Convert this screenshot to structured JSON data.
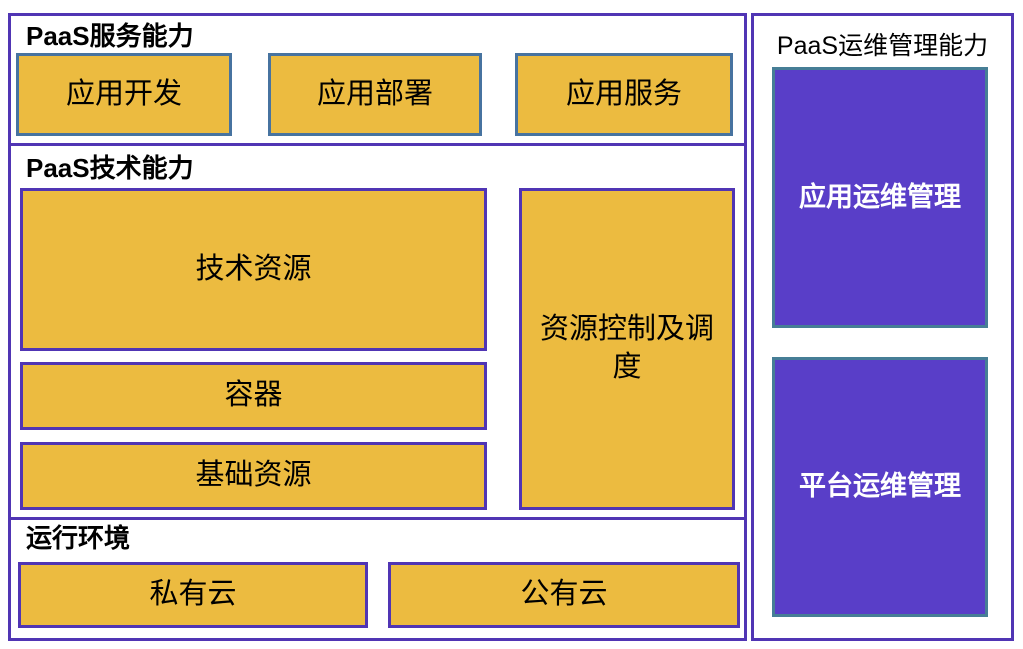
{
  "colors": {
    "gold_fill": "#ECBB40",
    "steel_border": "#4773A0",
    "purple_border": "#5035B4",
    "purple_fill": "#593EC8",
    "teal_border": "#467E96",
    "text_black": "#000000",
    "text_white": "#FFFFFF",
    "background": "#FFFFFF"
  },
  "left_panel": {
    "sections": [
      {
        "title": "PaaS服务能力",
        "items": [
          {
            "label": "应用开发"
          },
          {
            "label": "应用部署"
          },
          {
            "label": "应用服务"
          }
        ]
      },
      {
        "title": "PaaS技术能力",
        "items": [
          {
            "label": "技术资源"
          },
          {
            "label": "容器"
          },
          {
            "label": "基础资源"
          },
          {
            "label": "资源控制及调度"
          }
        ]
      },
      {
        "title": "运行环境",
        "items": [
          {
            "label": "私有云"
          },
          {
            "label": "公有云"
          }
        ]
      }
    ]
  },
  "right_panel": {
    "title": "PaaS运维管理能力",
    "items": [
      {
        "label": "应用运维管理"
      },
      {
        "label": "平台运维管理"
      }
    ]
  }
}
